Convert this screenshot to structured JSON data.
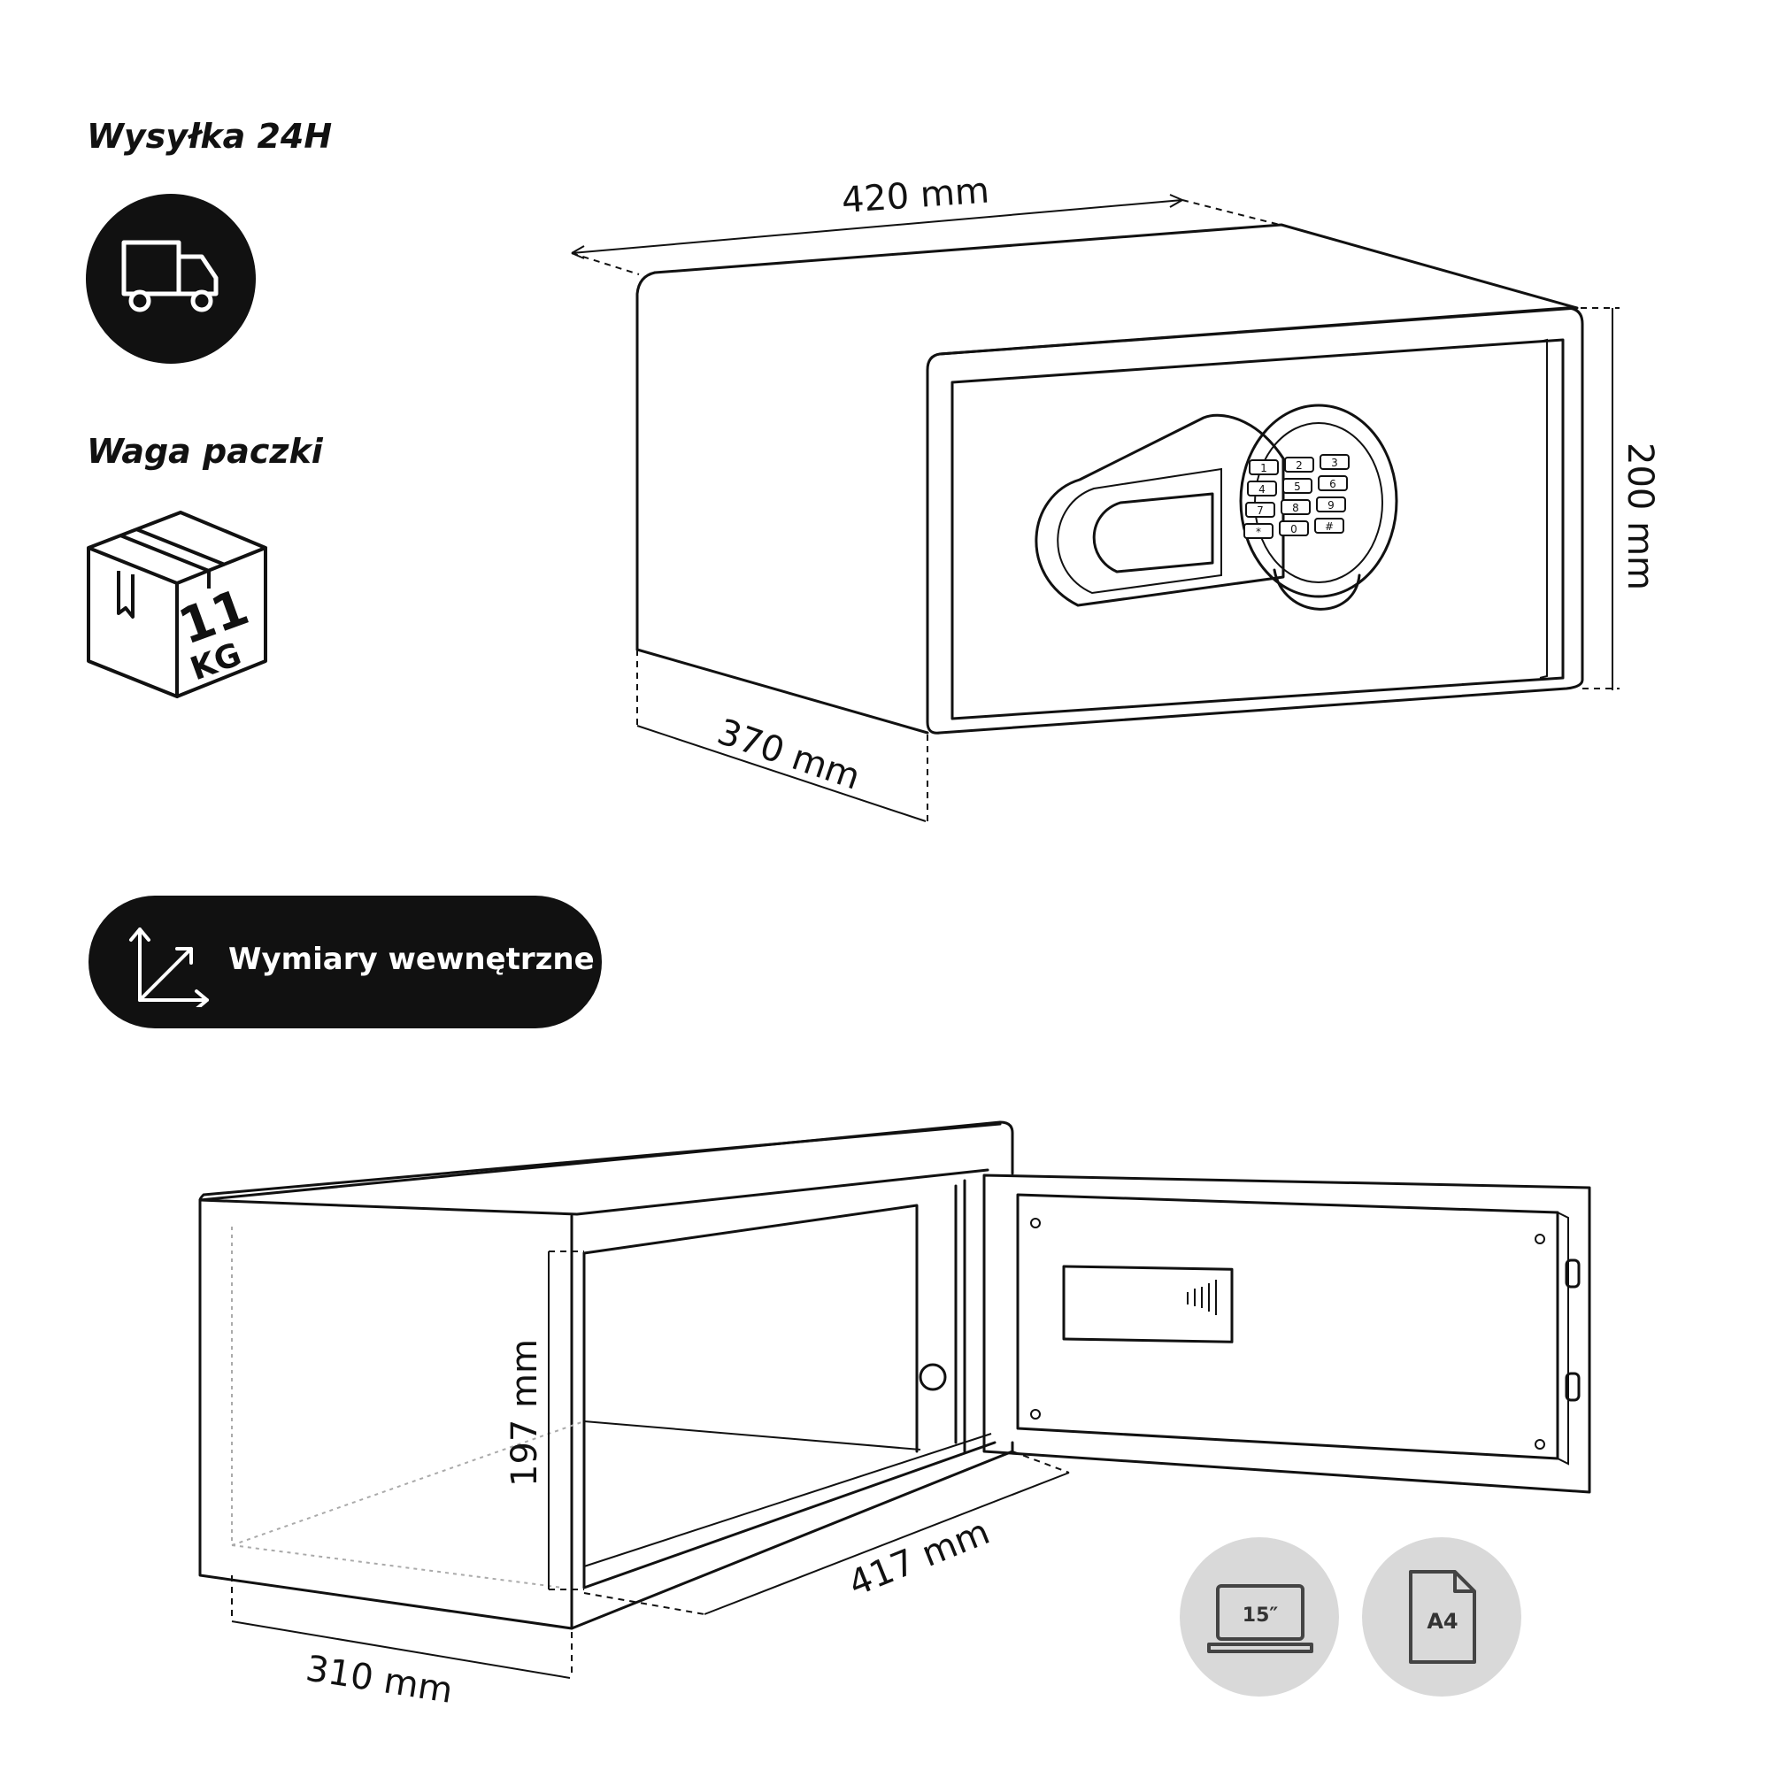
{
  "shipping": {
    "label": "Wysyłka 24H",
    "icon": "truck-icon"
  },
  "weight": {
    "label": "Waga paczki",
    "icon": "box-icon",
    "value": "11",
    "unit": "KG"
  },
  "external_dims": {
    "width": "420 mm",
    "height": "200 mm",
    "depth": "370 mm"
  },
  "keypad": {
    "keys": [
      "1",
      "2",
      "3",
      "4",
      "5",
      "6",
      "7",
      "8",
      "9",
      "*",
      "0",
      "#"
    ]
  },
  "internal": {
    "label": "Wymiary wewnętrzne",
    "icon": "dimensions-axes-icon"
  },
  "internal_dims": {
    "height": "197 mm",
    "width": "417 mm",
    "depth": "310 mm"
  },
  "fits": {
    "laptop": "15″",
    "paper": "A4",
    "laptop_icon": "laptop-icon",
    "paper_icon": "document-icon"
  }
}
